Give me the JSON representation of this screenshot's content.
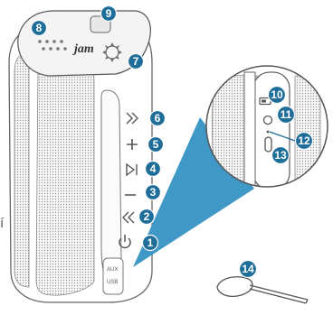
{
  "brand_text": "jam",
  "side_text": "í",
  "switch_labels": {
    "top": "AUX",
    "bottom": "USB"
  },
  "accent_color": "#3f98c6",
  "callout_color": "#1f6e9a",
  "callouts": [
    {
      "n": "1",
      "part": "power-button"
    },
    {
      "n": "2",
      "part": "previous-track-button"
    },
    {
      "n": "3",
      "part": "volume-down-button"
    },
    {
      "n": "4",
      "part": "play-pause-button"
    },
    {
      "n": "5",
      "part": "volume-up-button"
    },
    {
      "n": "6",
      "part": "next-track-button"
    },
    {
      "n": "7",
      "part": "top-cap-gear-emblem"
    },
    {
      "n": "8",
      "part": "top-cap-dot-pattern"
    },
    {
      "n": "9",
      "part": "top-cap-square-button"
    },
    {
      "n": "10",
      "part": "battery-indicator"
    },
    {
      "n": "11",
      "part": "aux-input-jack"
    },
    {
      "n": "12",
      "part": "status-light"
    },
    {
      "n": "13",
      "part": "usb-charging-port"
    },
    {
      "n": "14",
      "part": "sim-eject-tool"
    }
  ]
}
